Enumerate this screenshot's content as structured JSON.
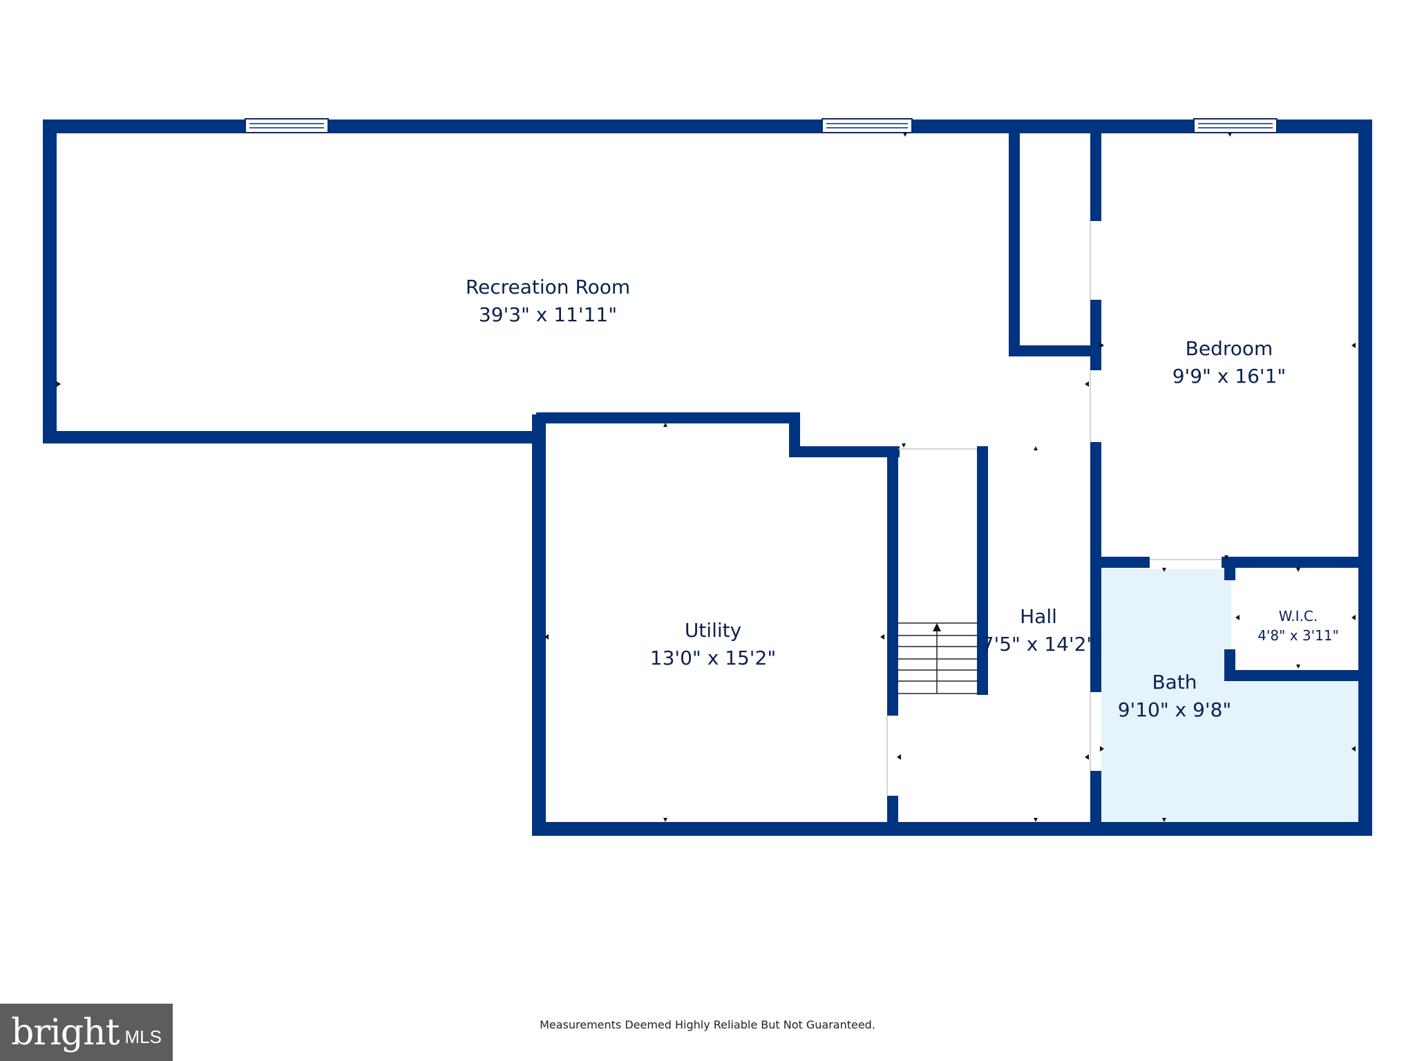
{
  "colors": {
    "wall": "#003380",
    "bath_fill": "#e4f3fc",
    "background": "#ffffff",
    "label": "#0b2150"
  },
  "rooms": {
    "recreation": {
      "name": "Recreation Room",
      "size": "39'3\" x 11'11\""
    },
    "bedroom": {
      "name": "Bedroom",
      "size": "9'9\" x 16'1\""
    },
    "utility": {
      "name": "Utility",
      "size": "13'0\" x 15'2\""
    },
    "hall": {
      "name": "Hall",
      "size": "7'5\" x 14'2\""
    },
    "wic": {
      "name": "W.I.C.",
      "size": "4'8\" x 3'11\""
    },
    "bath": {
      "name": "Bath",
      "size": "9'10\" x 9'8\""
    }
  },
  "icons": {
    "stairs": "stairs-icon",
    "window": "window-icon",
    "door_marker": "door-marker-icon"
  },
  "footer": {
    "disclaimer": "Measurements Deemed Highly Reliable But Not Guaranteed.",
    "logo_brand": "bright",
    "logo_mls": "MLS"
  }
}
